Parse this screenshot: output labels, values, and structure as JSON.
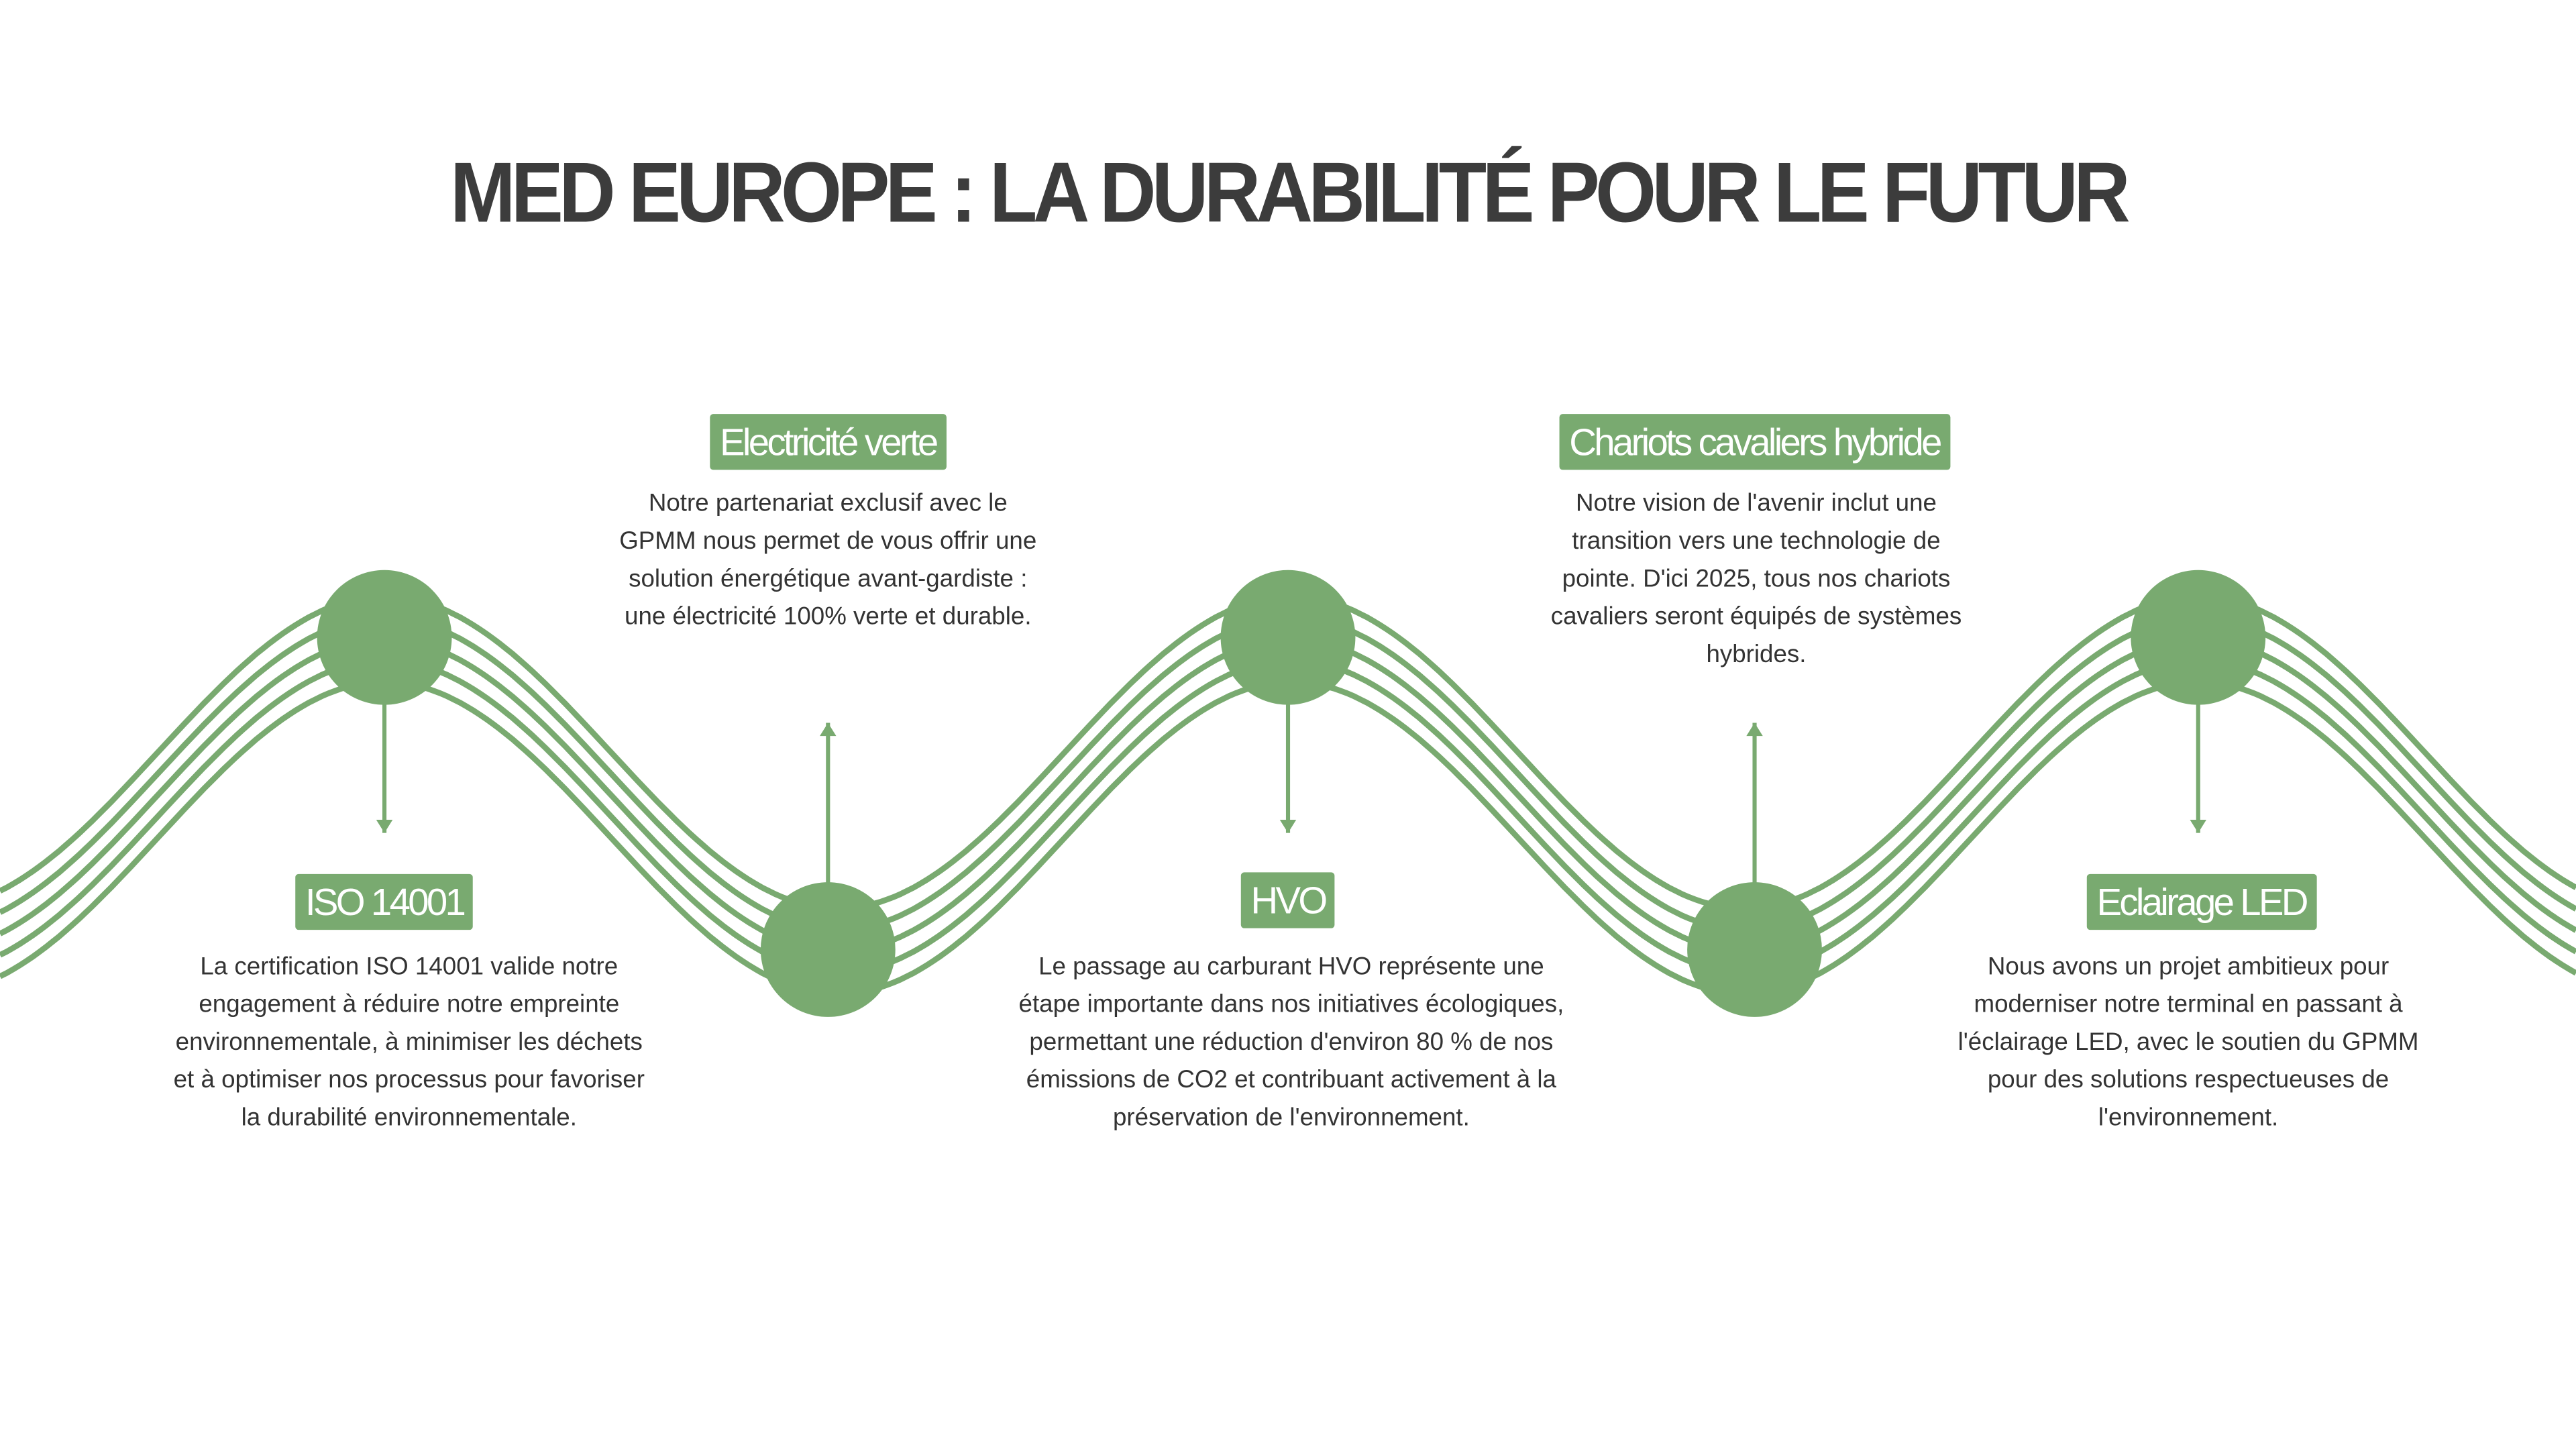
{
  "title": "MED EUROPE : LA DURABILITÉ POUR LE FUTUR",
  "accent_color": "#79aa70",
  "items": [
    {
      "label": "ISO 14001",
      "text": "La certification ISO 14001 valide notre engagement à réduire notre empreinte environnementale, à minimiser les déchets et à optimiser nos processus pour favoriser la durabilité environnementale."
    },
    {
      "label": "Electricité verte",
      "text": "Notre partenariat exclusif avec le GPMM nous permet de vous offrir une solution énergétique avant-gardiste : une électricité 100% verte et durable."
    },
    {
      "label": "HVO",
      "text": "Le passage au carburant HVO représente une étape importante dans nos initiatives écologiques, permettant une réduction d'environ 80 % de nos émissions de CO2 et contribuant activement à la préservation de l'environnement."
    },
    {
      "label": "Chariots cavaliers hybride",
      "text": "Notre vision de l'avenir inclut une transition vers une technologie de pointe. D'ici 2025, tous nos chariots cavaliers seront équipés de systèmes hybrides."
    },
    {
      "label": "Eclairage LED",
      "text": "Nous avons un projet ambitieux pour moderniser notre terminal en passant à l'éclairage LED, avec le soutien du GPMM pour des solutions respectueuses de l'environnement."
    }
  ]
}
